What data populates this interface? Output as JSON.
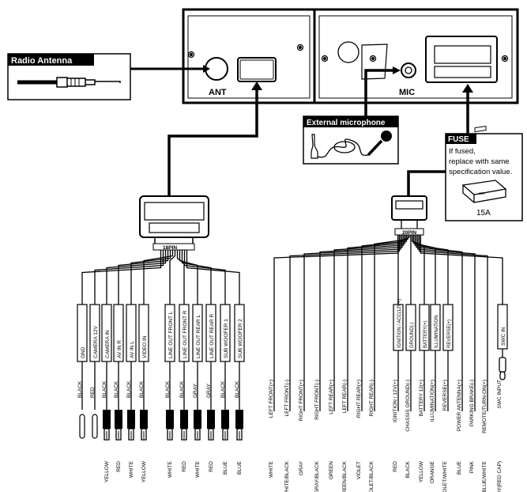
{
  "head_unit": {
    "ant_label": "ANT",
    "mic_label": "MIC"
  },
  "antenna": {
    "title": "Radio Antenna"
  },
  "microphone": {
    "title": "External microphone"
  },
  "fuse": {
    "title": "FUSE",
    "lines": [
      "If fused,",
      "replace with same",
      "specification value."
    ],
    "rating": "15A",
    "chip": "15A"
  },
  "pin18": {
    "label": "18PIN",
    "functions": [
      "GND",
      "CAMERA 12V",
      "CAMERA IN",
      "AV IN R",
      "AV IN L",
      "VIDEO IN",
      "LINE OUT FRONT L",
      "LINE OUT FRONT R",
      "LINE OUT REAR L",
      "LINE OUT REAR R",
      "SUB WOOFER 1",
      "SUB WOOFER 2"
    ],
    "wire_colors": [
      "BLACK",
      "RED",
      "BLACK",
      "BLACK",
      "BLACK",
      "BLACK",
      "BLACK",
      "BLACK",
      "GRAY",
      "GRAY",
      "BLACK",
      "BLACK"
    ],
    "plug_colors": [
      "YELLOW",
      "RED",
      "WHITE",
      "YELLOW",
      "WHITE",
      "RED",
      "WHITE",
      "RED",
      "BLUE",
      "BLUE"
    ]
  },
  "pin20": {
    "label": "20PIN",
    "box_labels": [
      "IGNITION / ACC(12V+)",
      "GROUND(-)",
      "BATTERY(+)",
      "ILLUMINATION",
      "REVERSE(+)"
    ],
    "swc_box": "SWC IN",
    "functions": [
      "LEFT FRONT(+)",
      "LEFT FRONT(-)",
      "RIGHT FRONT(+)",
      "RIGHT FRONT(-)",
      "LEFT REAR(+)",
      "LEFT REAR(-)",
      "RIGHT REAR(+)",
      "RIGHT REAR(-)",
      "IGNITION / 12V(+)",
      "CHASSIS GROUND(-)",
      "BATTERY 12(+)",
      "ILLUMINATION(+)",
      "REVERSE(+)",
      "POWER ANTENNA(+)",
      "PARKING BRAKE(-)",
      "REMOTE/TURN-ON(+)",
      "SWC INPUT"
    ],
    "wire_colors": [
      "WHITE",
      "WHITE/BLACK",
      "GRAY",
      "GRAY/BLACK",
      "GREEN",
      "GREEN/BLACK",
      "VIOLET",
      "VIOLET/BLACK",
      "RED",
      "BLACK",
      "YELLOW",
      "ORANGE",
      "VIOLET/WHITE",
      "BLUE",
      "PINK",
      "BLUE/WHITE",
      "GRAY(RED CAP)"
    ]
  }
}
